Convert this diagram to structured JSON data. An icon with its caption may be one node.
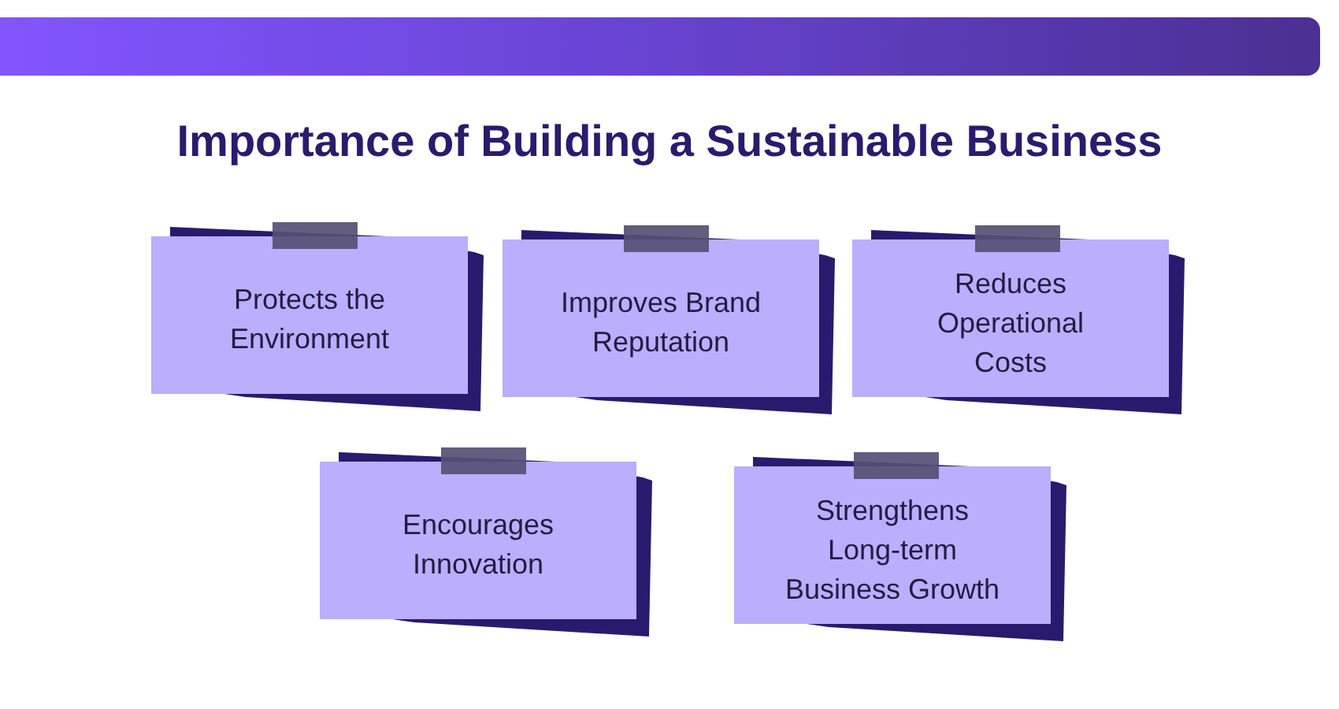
{
  "diagram": {
    "title": "Importance of Building a Sustainable Business",
    "nodes": [
      {
        "text": [
          "Protects the Environment"
        ]
      },
      {
        "text": [
          "Improves Brand Reputation"
        ]
      },
      {
        "text": [
          "Reduces Operational Costs"
        ]
      },
      {
        "text": [
          "Encourages Innovation"
        ]
      },
      {
        "text": [
          "Strengthens Long-term Business Growth"
        ]
      }
    ]
  }
}
